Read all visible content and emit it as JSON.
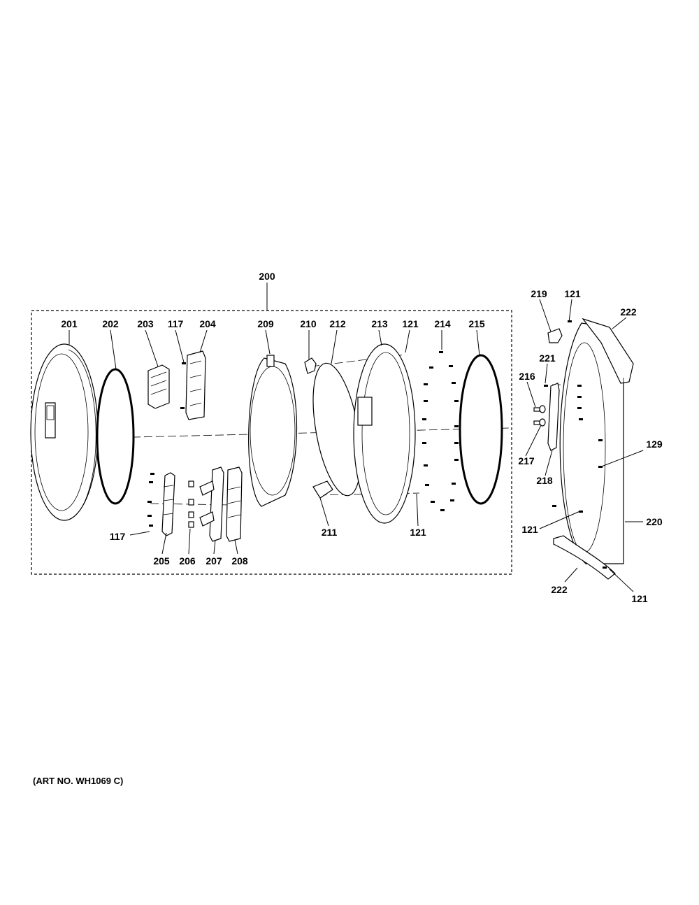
{
  "assembly_label": "200",
  "callouts": {
    "c117a": "117",
    "c117b": "117",
    "c121a": "121",
    "c121b": "121",
    "c121c": "121",
    "c121d": "121",
    "c121e": "121",
    "c129": "129",
    "c200": "200",
    "c201": "201",
    "c202": "202",
    "c203": "203",
    "c204": "204",
    "c205": "205",
    "c206": "206",
    "c207": "207",
    "c208": "208",
    "c209": "209",
    "c210": "210",
    "c211": "211",
    "c212": "212",
    "c213": "213",
    "c214": "214",
    "c215": "215",
    "c216": "216",
    "c217": "217",
    "c218": "218",
    "c219": "219",
    "c220": "220",
    "c221": "221",
    "c222a": "222",
    "c222b": "222"
  },
  "art_number": "(ART NO. WH1069 C)"
}
